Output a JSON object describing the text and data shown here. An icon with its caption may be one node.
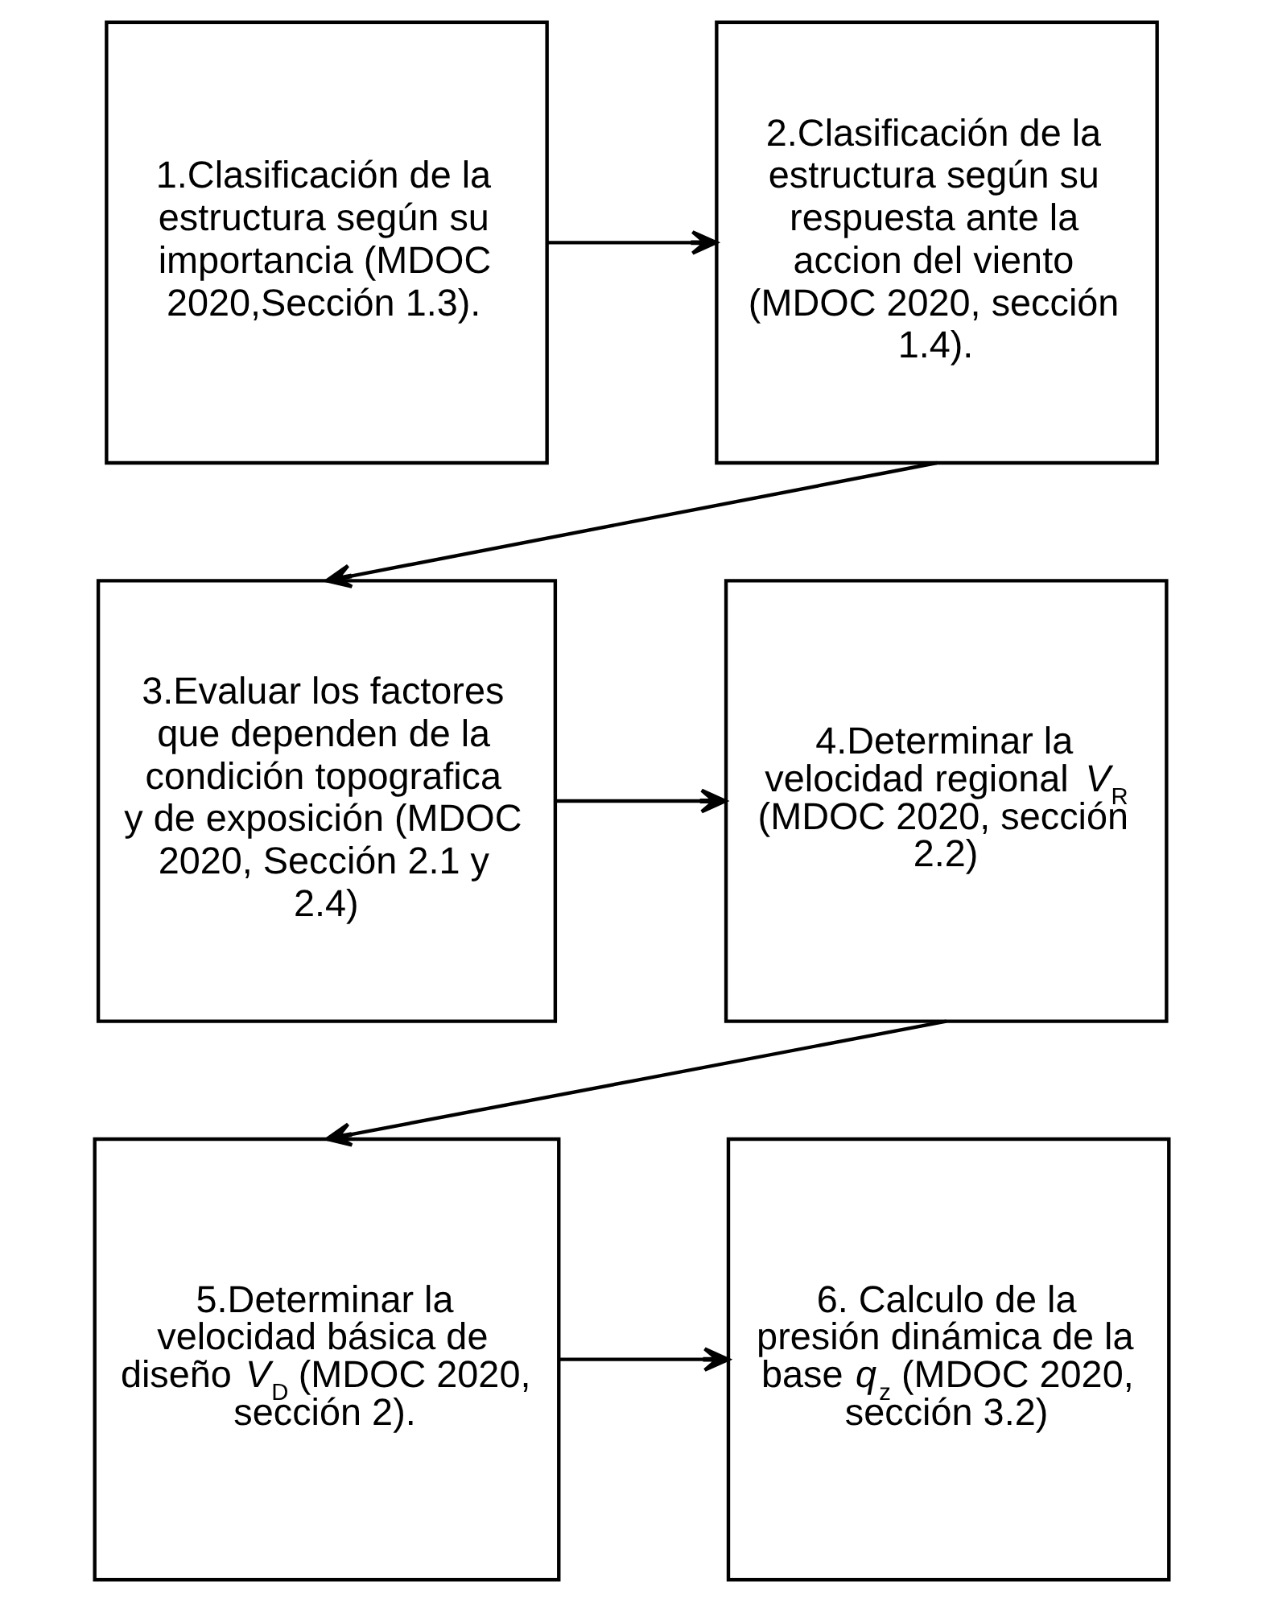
{
  "diagram": {
    "nodes": [
      {
        "text": [
          "1.Clasificación de la estructura según su importancia (MDOC 2020,Sección 1.3)."
        ]
      },
      {
        "text": [
          "2.Clasificación de la estructura según su respuesta ante la accion del viento (MDOC 2020, sección 1.4)."
        ]
      },
      {
        "text": [
          "3.Evaluar los factores que dependen de la condición topografica y de exposición (MDOC 2020, Sección 2.1 y 2.4)"
        ]
      },
      {
        "text": [
          "4.Determinar la velocidad regional *V*$_{R}$ (MDOC 2020, sección 2.2)"
        ]
      },
      {
        "text": [
          "5.Determinar la velocidad básica de diseño *V*$_{D}$ (MDOC 2020, sección 2)."
        ]
      },
      {
        "text": [
          "6. Calculo de la presión dinámica de la base *q*$_{z}$ (MDOC 2020, sección 3.2)"
        ]
      }
    ],
    "edges": [
      {
        "from": 0,
        "to": 1,
        "arrow": "to"
      },
      {
        "from": 1,
        "to": 2,
        "arrow": "to"
      },
      {
        "from": 2,
        "to": 3,
        "arrow": "to"
      },
      {
        "from": 3,
        "to": 4,
        "arrow": "to"
      },
      {
        "from": 4,
        "to": 5,
        "arrow": "to"
      }
    ]
  }
}
